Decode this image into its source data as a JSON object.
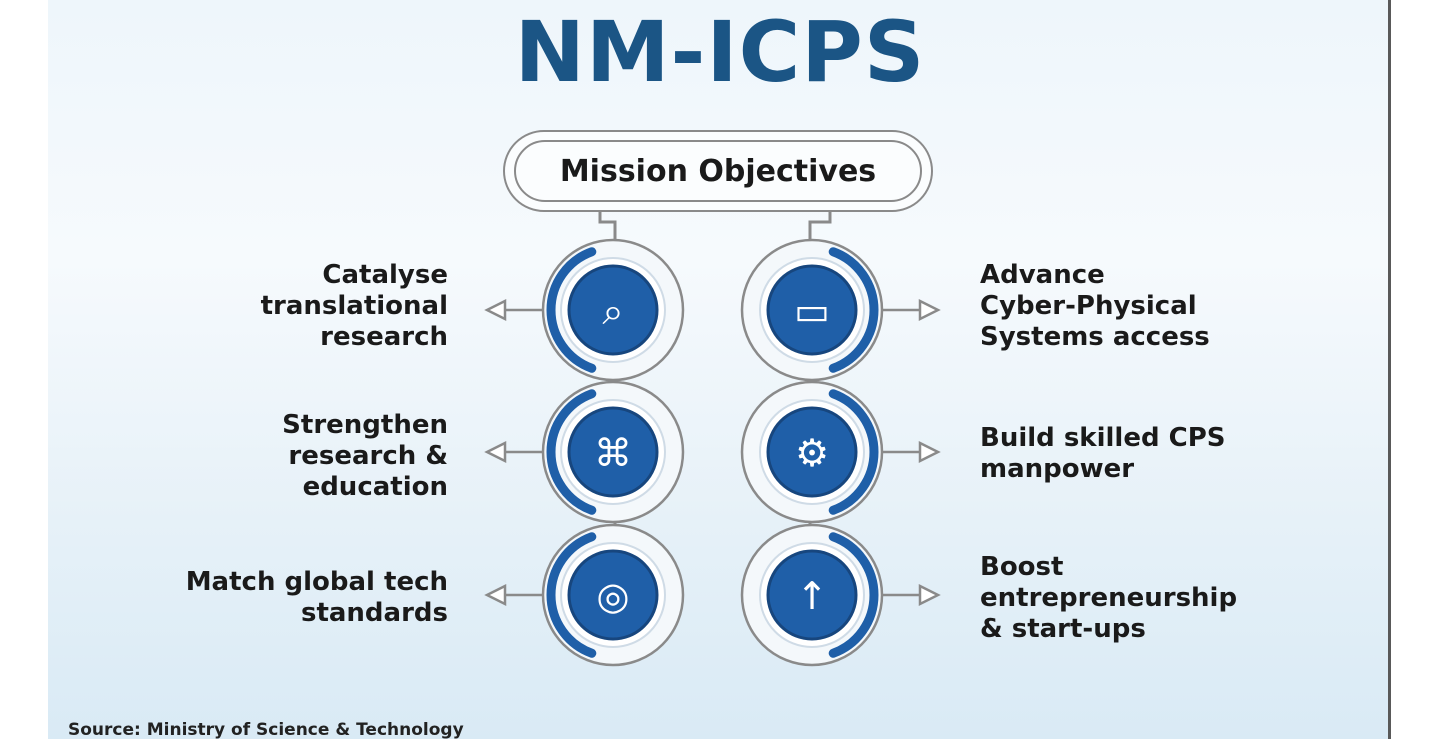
{
  "title": "NM-ICPS",
  "center_label": "Mission Objectives",
  "objectives_left": [
    {
      "text": "Catalyse\ntranslational\nresearch",
      "icon": "research-magnifier-icon"
    },
    {
      "text": "Strengthen\nresearch &\neducation",
      "icon": "education-search-icon"
    },
    {
      "text": "Match global tech\nstandards",
      "icon": "global-standards-icon"
    }
  ],
  "objectives_right": [
    {
      "text": "Advance\nCyber-Physical\nSystems access",
      "icon": "laptop-network-icon"
    },
    {
      "text": "Build skilled CPS\nmanpower",
      "icon": "lightbulb-gear-icon"
    },
    {
      "text": "Boost\nentrepreneurship\n& start-ups",
      "icon": "rocket-icon"
    }
  ],
  "source": "Source: Ministry of Science & Technology",
  "colors": {
    "title": "#1b5585",
    "ring": "#1f5fa8",
    "ring_dark": "#17467e",
    "line": "#8a8a8a"
  }
}
